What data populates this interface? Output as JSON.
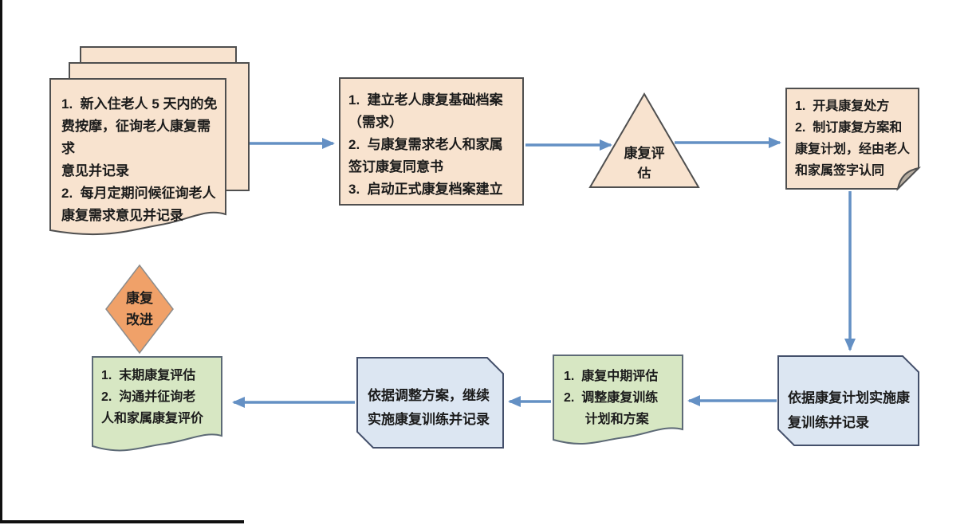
{
  "diagram": {
    "type": "flowchart",
    "title": "",
    "colors": {
      "peach_fill": "#f8e3cf",
      "peach_border": "#4f4f4f",
      "blue_fill": "#dce6f2",
      "blue_border": "#44506b",
      "green_fill": "#d7e7c3",
      "green_border": "#5d6a76",
      "orange_fill": "#f0a169",
      "orange_border": "#8c8c8c",
      "arrow": "#6490c4",
      "note_fold": "#b7ada0",
      "text": "#1b1b1b",
      "frame": "#101010"
    },
    "nodes": {
      "intake_stack": {
        "shape": "stacked-documents",
        "fill": "#f8e3cf",
        "text": "1.  新入住老人 5 天内的免\n费按摩，征询老人康复需求\n意见并记录\n2.  每月定期问候征询老人\n康复需求意见并记录"
      },
      "file_setup": {
        "shape": "rectangle",
        "fill": "#f8e3cf",
        "text": "1.  建立老人康复基础档案\n（需求）\n2.  与康复需求老人和家属\n签订康复同意书\n3.  启动正式康复档案建立"
      },
      "assessment": {
        "shape": "triangle",
        "fill": "#f8e3cf",
        "text": "康复评\n估"
      },
      "prescription": {
        "shape": "folded-corner-note",
        "fill": "#f8e3cf",
        "text": "1.  开具康复处方\n2.  制订康复方案和\n康复计划，经由老人\n和家属签字认同"
      },
      "implement_training": {
        "shape": "snip-corner-rectangle",
        "fill": "#dce6f2",
        "text": "依据康复计划实施康\n复训练并记录"
      },
      "midterm_eval": {
        "shape": "document",
        "fill": "#d7e7c3",
        "text": "1.  康复中期评估\n2.  调整康复训练\n      计划和方案"
      },
      "continue_training": {
        "shape": "snip-corner-rectangle",
        "fill": "#dce6f2",
        "text": "依据调整方案，继续\n实施康复训练并记录"
      },
      "final_eval": {
        "shape": "document",
        "fill": "#d7e7c3",
        "text": "1.  末期康复评估\n2.  沟通并征询老\n人和家属康复评价"
      },
      "improvement": {
        "shape": "diamond",
        "fill": "#f0a169",
        "text": "康复\n改进"
      }
    }
  }
}
